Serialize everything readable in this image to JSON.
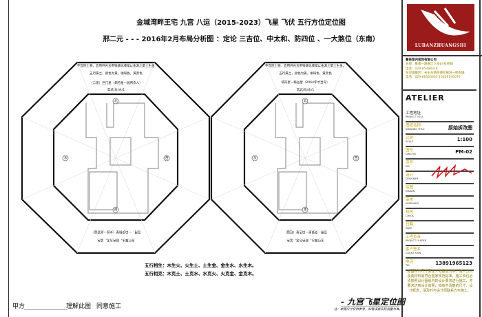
{
  "header": {
    "title": "金域湾畔王宅  九宫  八运（2015-2023）飞星  飞伏  五行方位定位图",
    "subtitle": "邢二元 - - - 2016年2月布局分析图 ：定论  三吉位、中太和、防四位 、一大煞位（东南）"
  },
  "left_chart": {
    "top_band": [
      "不宜旺土物、宜用开光五帝钱铺化或摆以金源之量土生金、金生水。",
      "五行属土，颜色为黄，咖啡色，黄黑色",
      "（二黑）巨门星（病符星一居所杂人）",
      "玄武/坎/水/1"
    ],
    "bottom_band": [
      "宜用：一白贪狼星（文昌一居官运）",
      "五行属水，颜色为黑、蓝色"
    ],
    "north": "北",
    "south": "南",
    "east": "东",
    "west": "西"
  },
  "right_chart": {
    "top_band": [
      "不宜旺土物、宜用开光五帝钱铺化或摆以金源之量土生金、金生水。",
      "五行属土，颜色为黄，咖啡色，黄黑色",
      "病符星一级凶星（2064年才当令）",
      "玄武/坎/水/1"
    ],
    "bottom_band": [
      "宜用：贪狼星一白吉星（旺运）",
      "五行属水，颜色为黑、蓝色"
    ],
    "north": "北",
    "south": "南",
    "east": "东",
    "west": "西"
  },
  "rules": {
    "sheng": "五行相生：木生火、火生土、土生金、金生水、水生木。",
    "ke": "五行相克：木克土、土克水、水克火、火克金、金克木。"
  },
  "signoff": {
    "party": "甲方",
    "understand": "理解此图",
    "agree": "同意施工"
  },
  "footer": {
    "title": "- 九宫飞星定位图",
    "note": "注：本图尺寸仅供参考，如有误差实际测量为准。"
  },
  "panel": {
    "logo_text": "LUBANZHUANGSHI",
    "company": "鲁班室内装饰有限公司",
    "address1": "总部：雁南一路曲江六号64号商铺",
    "phone1": "电话：029-85498318",
    "address2": "东郊旗舰店：长乐东路荣德棕榈湾一楼商铺",
    "phone2": "电话：029-86563665  15829295076",
    "atelier": "ATELIER",
    "rows": [
      {
        "cn": "工程地址",
        "en": "PROJECT TITLE",
        "value": ""
      },
      {
        "cn": "图纸名称",
        "en": "DRAWING TITLE",
        "value": "原始拆改图"
      },
      {
        "cn": "比例",
        "en": "SCALE",
        "value": "1:100"
      },
      {
        "cn": "图号",
        "en": "DWG NO",
        "value": "PM-02"
      },
      {
        "cn": "序号",
        "en": "NO.",
        "value": ""
      },
      {
        "cn": "设计",
        "en": "DESIGNER",
        "value": ""
      },
      {
        "cn": "绘图",
        "en": "DRAWN",
        "value": ""
      },
      {
        "cn": "审核",
        "en": "APPROVED",
        "value": ""
      },
      {
        "cn": "校核",
        "en": "CHECK",
        "value": ""
      },
      {
        "cn": "日期",
        "en": "DATE",
        "value": ""
      },
      {
        "cn": "工程负责",
        "en": "PROJECT LEADER",
        "value": ""
      },
      {
        "cn": "客户签名",
        "en": "CLIENT SIGN",
        "value": ""
      },
      {
        "cn": "电话",
        "en": "TEL",
        "value": "13891965123"
      }
    ],
    "note": "此图所示尺寸要在工地量度为准，施工方式及装材料需符合国家规范标准，施工单位必须按照设计图纸内的设计要求进行施工，并要求达到设计效果，如有不清楚的尺寸、设计概念，请及时与设计师联系方可施工。",
    "signature_color": "#d0101a"
  }
}
